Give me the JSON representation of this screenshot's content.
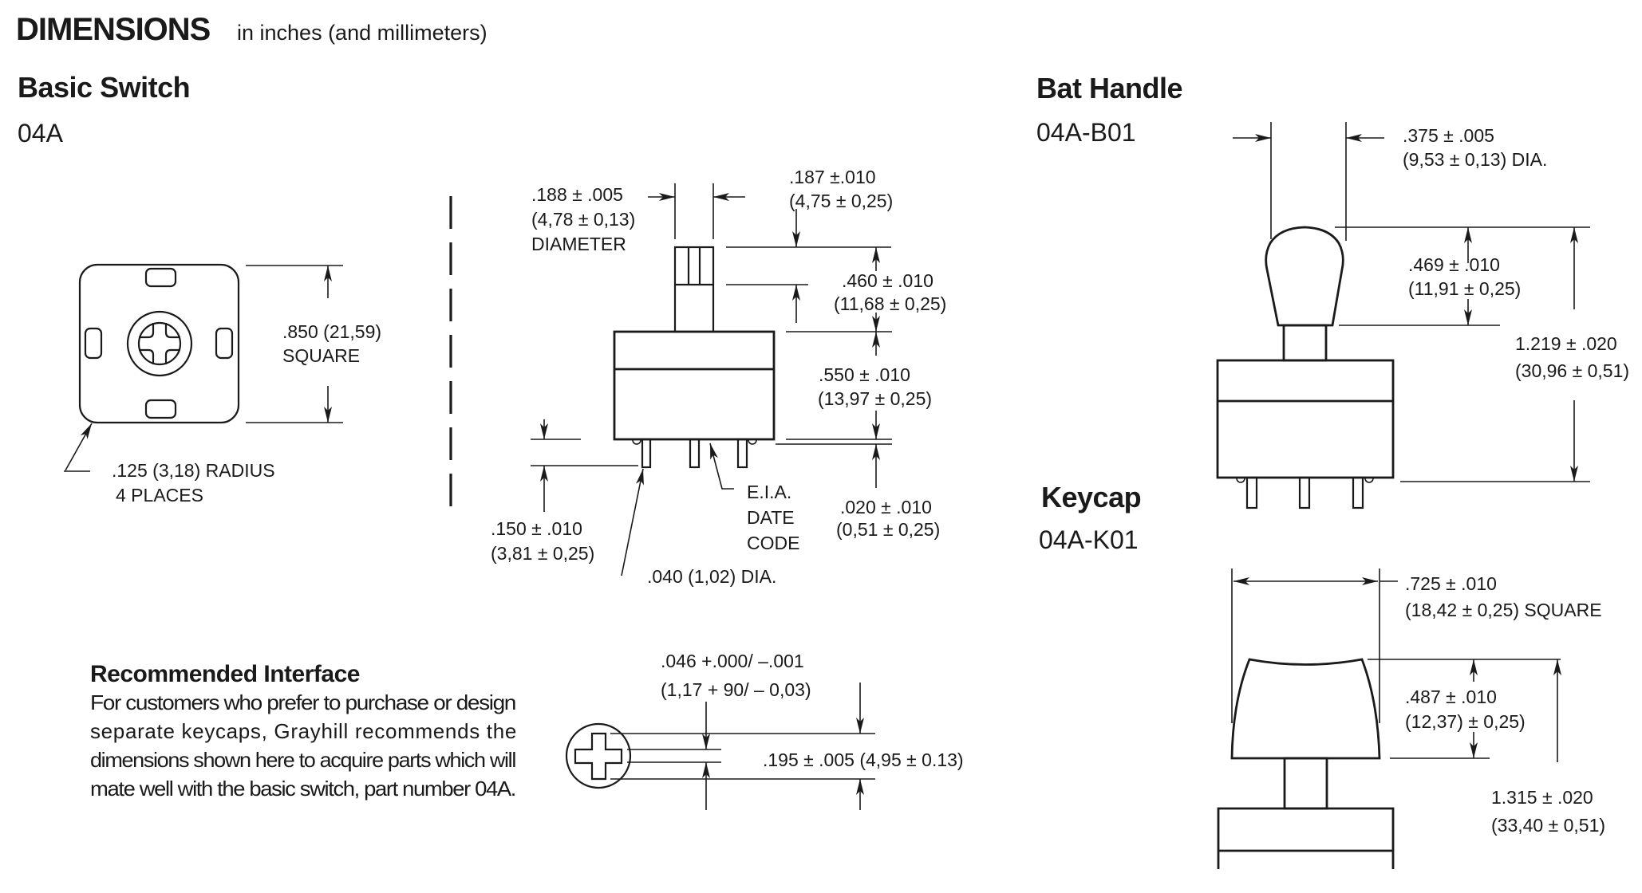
{
  "header": {
    "title": "DIMENSIONS",
    "subtitle": "in inches (and millimeters)"
  },
  "basic_switch": {
    "heading": "Basic Switch",
    "part_number": "04A",
    "top_view": {
      "square_dim": ".850 (21,59)",
      "square_label": "SQUARE",
      "radius_dim": ".125 (3,18) RADIUS",
      "radius_places": "4 PLACES"
    },
    "side_view": {
      "stem_dia_1": ".188 ± .005",
      "stem_dia_2": "(4,78 ± 0,13)",
      "stem_dia_3": "DIAMETER",
      "stripe_1": ".187 ±.010",
      "stripe_2": "(4,75 ± 0,25)",
      "stem_height_1": ".460 ± .010",
      "stem_height_2": "(11,68 ± 0,25)",
      "body_height_1": ".550 ± .010",
      "body_height_2": "(13,97 ± 0,25)",
      "standoff_1": ".020 ± .010",
      "standoff_2": "(0,51 ± 0,25)",
      "pin_length_1": ".150 ± .010",
      "pin_length_2": "(3,81 ± 0,25)",
      "pin_dia": ".040 (1,02) DIA.",
      "eia_1": "E.I.A.",
      "eia_2": "DATE",
      "eia_3": "CODE"
    }
  },
  "recommended_interface": {
    "heading": "Recommended Interface",
    "paragraph_lines": [
      "For customers who prefer to purchase or design",
      "separate keycaps, Grayhill recommends the",
      "dimensions shown here to acquire parts which will",
      "mate well with the basic switch, part number 04A."
    ],
    "slot_width_1": ".046 +.000/ –.001",
    "slot_width_2": "(1,17 + 90/ – 0,03)",
    "cross_length": ".195 ± .005 (4,95 ± 0.13)"
  },
  "bat_handle": {
    "heading": "Bat Handle",
    "part_number": "04A-B01",
    "dia_1": ".375 ± .005",
    "dia_2": "(9,53 ± 0,13) DIA.",
    "bat_height_1": ".469 ± .010",
    "bat_height_2": "(11,91 ± 0,25)",
    "overall_1": "1.219 ± .020",
    "overall_2": "(30,96 ± 0,51)"
  },
  "keycap": {
    "heading": "Keycap",
    "part_number": "04A-K01",
    "width_1": ".725 ± .010",
    "width_2": "(18,42 ± 0,25) SQUARE",
    "cap_height_1": ".487 ± .010",
    "cap_height_2": "(12,37) ± 0,25)",
    "overall_1": "1.315 ± .020",
    "overall_2": "(33,40 ± 0,51)"
  }
}
